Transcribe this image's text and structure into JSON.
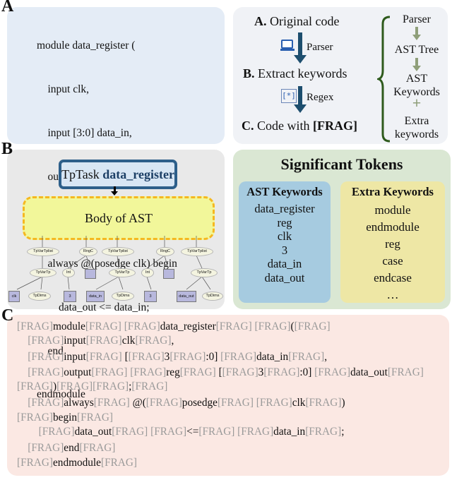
{
  "panel_labels": {
    "a": "A",
    "b": "B",
    "c": "C"
  },
  "code_lines": [
    "module data_register (",
    "    input clk,",
    "    input [3:0] data_in,",
    "    output reg [3:0] data_out",
    ");",
    "    always @(posedge clk) begin",
    "        data_out <= data_in;",
    "    end",
    "endmodule"
  ],
  "steps": {
    "a_prefix": "A.",
    "a_text": "Original code",
    "parser": "Parser",
    "b_prefix": "B.",
    "b_text": "Extract keywords",
    "regex": "Regex",
    "c_prefix": "C.",
    "c_text": "Code with",
    "c_bold": "[FRAG]"
  },
  "side": {
    "parser": "Parser",
    "ast_tree": "AST Tree",
    "ast_keywords": "AST\nKeywords",
    "plus": "+",
    "extra_keywords": "Extra\nkeywords"
  },
  "tree": {
    "task_prefix": "TpTask",
    "task_name": "data_register",
    "body": "Body of AST",
    "nodes": [
      "TpVarTplist",
      "RngC",
      "TpVarTplist",
      "RngC",
      "TpVarTplist",
      "TpVarTp",
      "TpVarTp",
      "TpVarTp",
      "Int",
      "Int"
    ],
    "leaves": [
      "clk",
      "3",
      "data_in",
      "3",
      "data_out"
    ],
    "dims": [
      "TpDims",
      "TpDims",
      "TpDims"
    ]
  },
  "significant": {
    "title": "Significant Tokens",
    "ast_title": "AST Keywords",
    "ast_items": [
      "data_register",
      "reg",
      "clk",
      "3",
      "data_in",
      "data_out"
    ],
    "extra_title": "Extra Keywords",
    "extra_items": [
      "module",
      "endmodule",
      "reg",
      "case",
      "endcase",
      "…"
    ]
  },
  "frag_code_lines": [
    [
      [
        "f",
        "[FRAG]"
      ],
      [
        "t",
        "module"
      ],
      [
        "f",
        "[FRAG] [FRAG]"
      ],
      [
        "t",
        "data_register"
      ],
      [
        "f",
        "[FRAG] [FRAG]"
      ],
      [
        "t",
        "("
      ],
      [
        "f",
        "[FRAG]"
      ]
    ],
    [
      [
        "t",
        "    "
      ],
      [
        "f",
        "[FRAG]"
      ],
      [
        "t",
        "input"
      ],
      [
        "f",
        "[FRAG]"
      ],
      [
        "t",
        "clk"
      ],
      [
        "f",
        "[FRAG]"
      ],
      [
        "t",
        ","
      ]
    ],
    [
      [
        "t",
        "    "
      ],
      [
        "f",
        "[FRAG]"
      ],
      [
        "t",
        "input"
      ],
      [
        "f",
        "[FRAG]"
      ],
      [
        "t",
        " ["
      ],
      [
        "f",
        "[FRAG]"
      ],
      [
        "t",
        "3"
      ],
      [
        "f",
        "[FRAG]"
      ],
      [
        "t",
        ":0] "
      ],
      [
        "f",
        "[FRAG]"
      ],
      [
        "t",
        "data_in"
      ],
      [
        "f",
        "[FRAG]"
      ],
      [
        "t",
        ","
      ]
    ],
    [
      [
        "t",
        "    "
      ],
      [
        "f",
        "[FRAG]"
      ],
      [
        "t",
        "output"
      ],
      [
        "f",
        "[FRAG] [FRAG]"
      ],
      [
        "t",
        "reg"
      ],
      [
        "f",
        "[FRAG]"
      ],
      [
        "t",
        " ["
      ],
      [
        "f",
        "[FRAG]"
      ],
      [
        "t",
        "3"
      ],
      [
        "f",
        "[FRAG]"
      ],
      [
        "t",
        ":0] "
      ],
      [
        "f",
        "[FRAG]"
      ],
      [
        "t",
        "data_out"
      ],
      [
        "f",
        "[FRAG]"
      ]
    ],
    [
      [
        "f",
        "[FRAG]"
      ],
      [
        "t",
        ")"
      ],
      [
        "f",
        "[FRAG][FRAG]"
      ],
      [
        "t",
        ";"
      ],
      [
        "f",
        "[FRAG]"
      ]
    ],
    [
      [
        "t",
        "    "
      ],
      [
        "f",
        "[FRAG]"
      ],
      [
        "t",
        "always"
      ],
      [
        "f",
        "[FRAG]"
      ],
      [
        "t",
        " @("
      ],
      [
        "f",
        "[FRAG]"
      ],
      [
        "t",
        "posedge"
      ],
      [
        "f",
        "[FRAG] [FRAG]"
      ],
      [
        "t",
        "clk"
      ],
      [
        "f",
        "[FRAG]"
      ],
      [
        "t",
        ")"
      ]
    ],
    [
      [
        "f",
        "[FRAG]"
      ],
      [
        "t",
        "begin"
      ],
      [
        "f",
        "[FRAG]"
      ]
    ],
    [
      [
        "t",
        "        "
      ],
      [
        "f",
        "[FRAG]"
      ],
      [
        "t",
        "data_out"
      ],
      [
        "f",
        "[FRAG] [FRAG]"
      ],
      [
        "t",
        "<="
      ],
      [
        "f",
        "[FRAG] [FRAG]"
      ],
      [
        "t",
        "data_in"
      ],
      [
        "f",
        "[FRAG]"
      ],
      [
        "t",
        ";"
      ]
    ],
    [
      [
        "t",
        "    "
      ],
      [
        "f",
        "[FRAG]"
      ],
      [
        "t",
        "end"
      ],
      [
        "f",
        "[FRAG]"
      ]
    ],
    [
      [
        "f",
        "[FRAG]"
      ],
      [
        "t",
        "endmodule"
      ],
      [
        "f",
        "[FRAG]"
      ]
    ]
  ],
  "colors": {
    "arrow": "#1d4e6e",
    "brace": "#2e5a1c",
    "frag": "#9a9a9a"
  }
}
